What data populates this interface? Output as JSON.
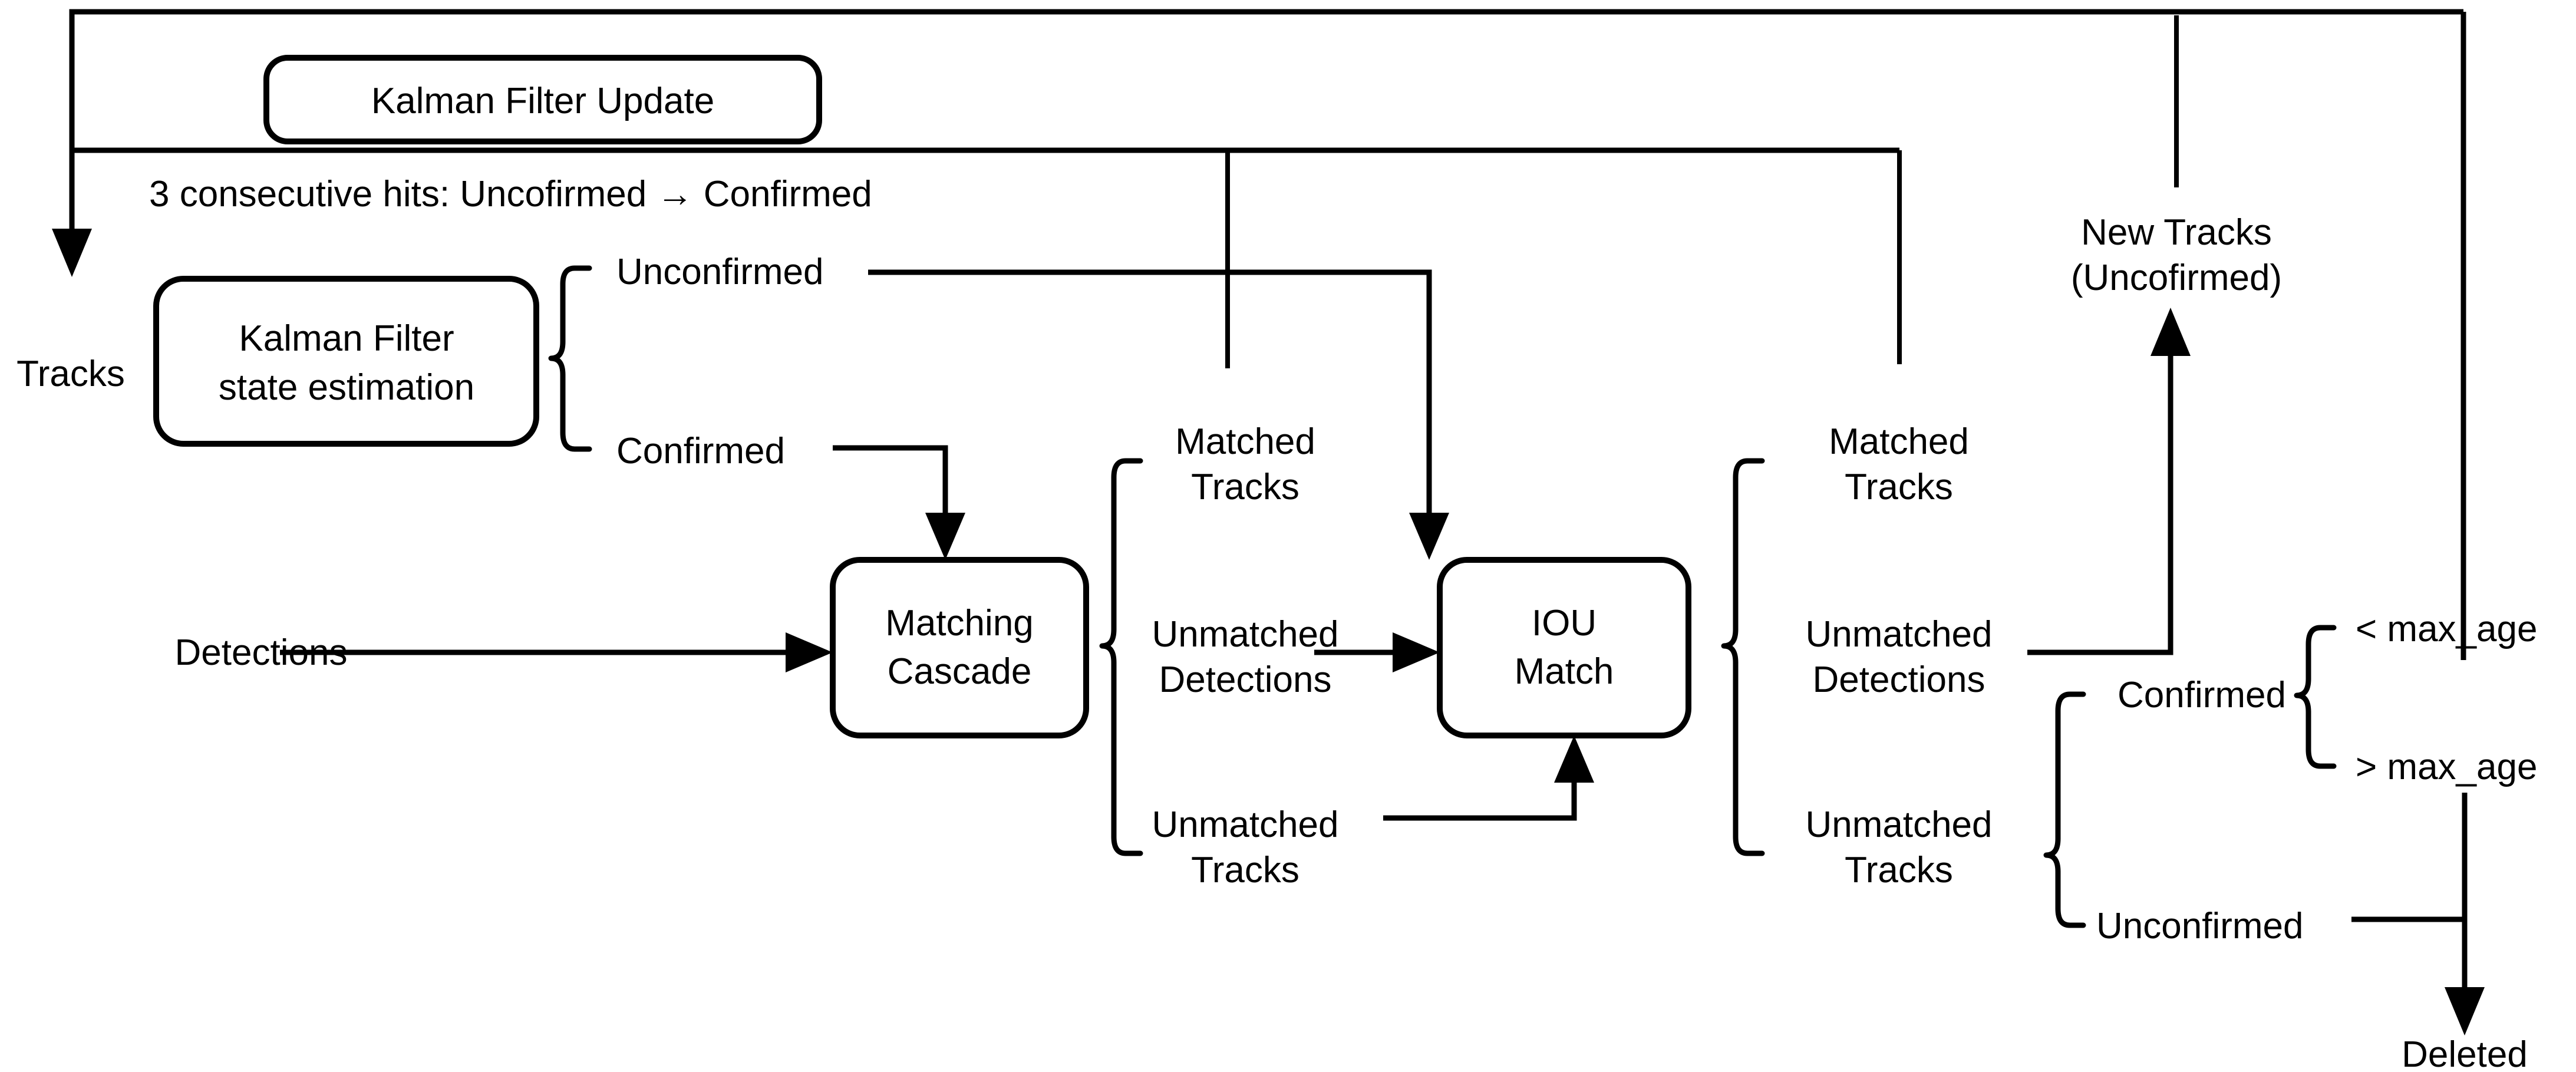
{
  "diagram": {
    "title": "DeepSORT tracking pipeline flowchart",
    "colors": {
      "stroke": "#000000",
      "background": "#ffffff",
      "fill": "#ffffff"
    },
    "nodes": [
      {
        "id": "kalman-update",
        "label": "Kalman Filter Update",
        "shape": "rounded-rect"
      },
      {
        "id": "kalman-state",
        "line1": "Kalman Filter",
        "line2": "state estimation",
        "shape": "rounded-rect"
      },
      {
        "id": "matching-cascade",
        "line1": "Matching",
        "line2": "Cascade",
        "shape": "rounded-rect"
      },
      {
        "id": "iou-match",
        "line1": "IOU",
        "line2": "Match",
        "shape": "rounded-rect"
      }
    ],
    "labels": {
      "tracks": "Tracks",
      "detections": "Detections",
      "promotion_rule": "3 consecutive hits: Uncofirmed → Confirmed",
      "state_unconfirmed": "Unconfirmed",
      "state_confirmed": "Confirmed",
      "cascade_matched_l1": "Matched",
      "cascade_matched_l2": "Tracks",
      "cascade_unmatched_det_l1": "Unmatched",
      "cascade_unmatched_det_l2": "Detections",
      "cascade_unmatched_trk_l1": "Unmatched",
      "cascade_unmatched_trk_l2": "Tracks",
      "iou_matched_l1": "Matched",
      "iou_matched_l2": "Tracks",
      "iou_unmatched_det_l1": "Unmatched",
      "iou_unmatched_det_l2": "Detections",
      "iou_unmatched_trk_l1": "Unmatched",
      "iou_unmatched_trk_l2": "Tracks",
      "new_tracks_l1": "New Tracks",
      "new_tracks_l2": "(Uncofirmed)",
      "age_confirmed": "Confirmed",
      "age_unconfirmed": "Unconfirmed",
      "lt_max_age": "< max_age",
      "gt_max_age": "> max_age",
      "deleted": "Deleted"
    }
  }
}
